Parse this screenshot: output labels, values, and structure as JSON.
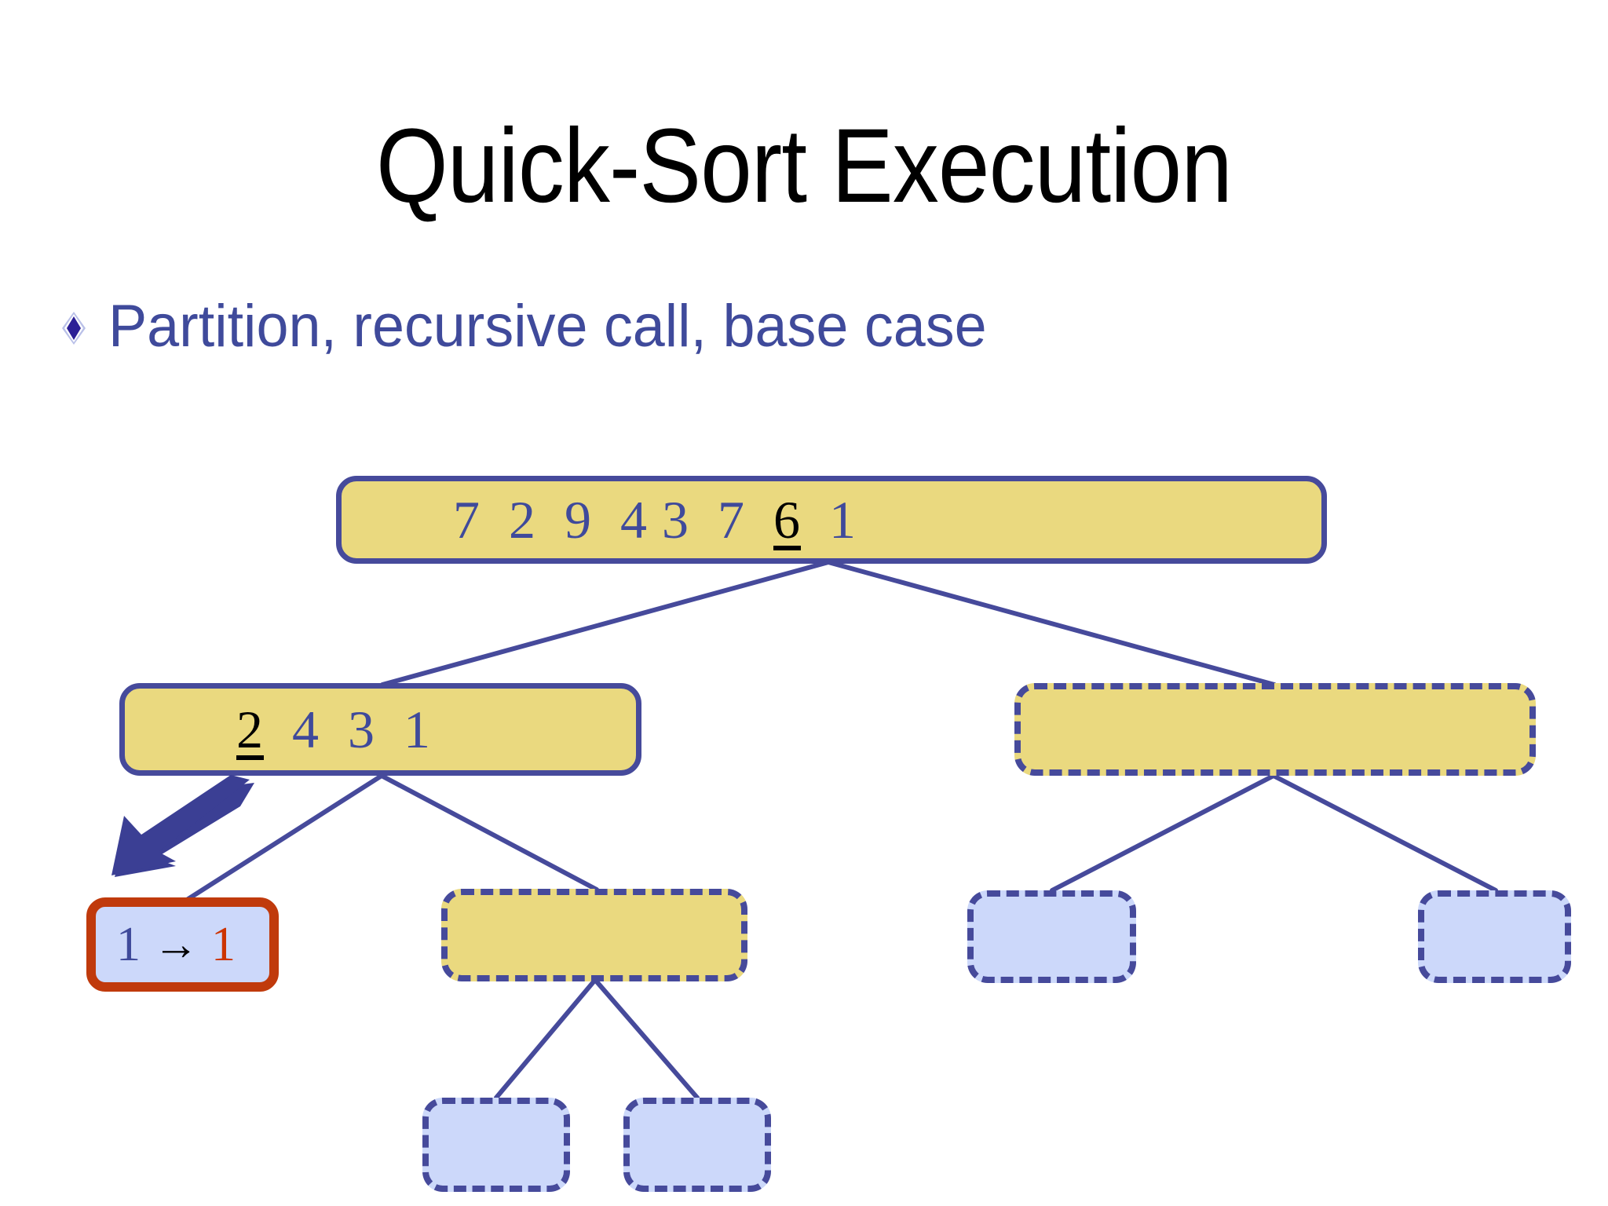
{
  "slide": {
    "title": "Quick-Sort Execution",
    "bullet": {
      "icon": "diamond-bullet-icon",
      "text": "Partition, recursive call, base case"
    }
  },
  "colors": {
    "title_text": "#000000",
    "bullet_text": "#3f4a9b",
    "bullet_diamond": "#2c1f96",
    "node_yellow_fill": "#ead97f",
    "node_blue_fill": "#ccd8fa",
    "node_border": "#464a9b",
    "basecase_border": "#c03a0c",
    "pivot_text": "#000000",
    "sequence_text": "#3f4a9b",
    "result_text": "#cc3300",
    "edge_line": "#464a9b",
    "annotation_arrow": "#3b3f94"
  },
  "tree": {
    "nodes": [
      {
        "id": "root",
        "style": "yellow-solid",
        "label": "7  2  9  4 3  7  6  1",
        "segments": [
          {
            "text": "7  2  9  4 3  7  ",
            "pivot": false
          },
          {
            "text": "6",
            "pivot": true
          },
          {
            "text": "  1",
            "pivot": false
          }
        ],
        "pivot_value": "6"
      },
      {
        "id": "left-child",
        "style": "yellow-solid",
        "label": "2  4  3  1",
        "segments": [
          {
            "text": "2",
            "pivot": true
          },
          {
            "text": "  4  3  1",
            "pivot": false
          }
        ],
        "pivot_value": "2"
      },
      {
        "id": "right-child",
        "style": "yellow-dashed",
        "label": ""
      },
      {
        "id": "base-case",
        "style": "basecase",
        "from": "1",
        "arrow": "→",
        "to": "1"
      },
      {
        "id": "left-mid",
        "style": "yellow-dashed",
        "label": ""
      },
      {
        "id": "right-leaf-1",
        "style": "blue-dashed",
        "label": ""
      },
      {
        "id": "right-leaf-2",
        "style": "blue-dashed",
        "label": ""
      },
      {
        "id": "bottom-leaf-1",
        "style": "blue-dashed",
        "label": ""
      },
      {
        "id": "bottom-leaf-2",
        "style": "blue-dashed",
        "label": ""
      }
    ],
    "annotation": {
      "name": "pointer-arrow",
      "direction": "down-left"
    }
  }
}
